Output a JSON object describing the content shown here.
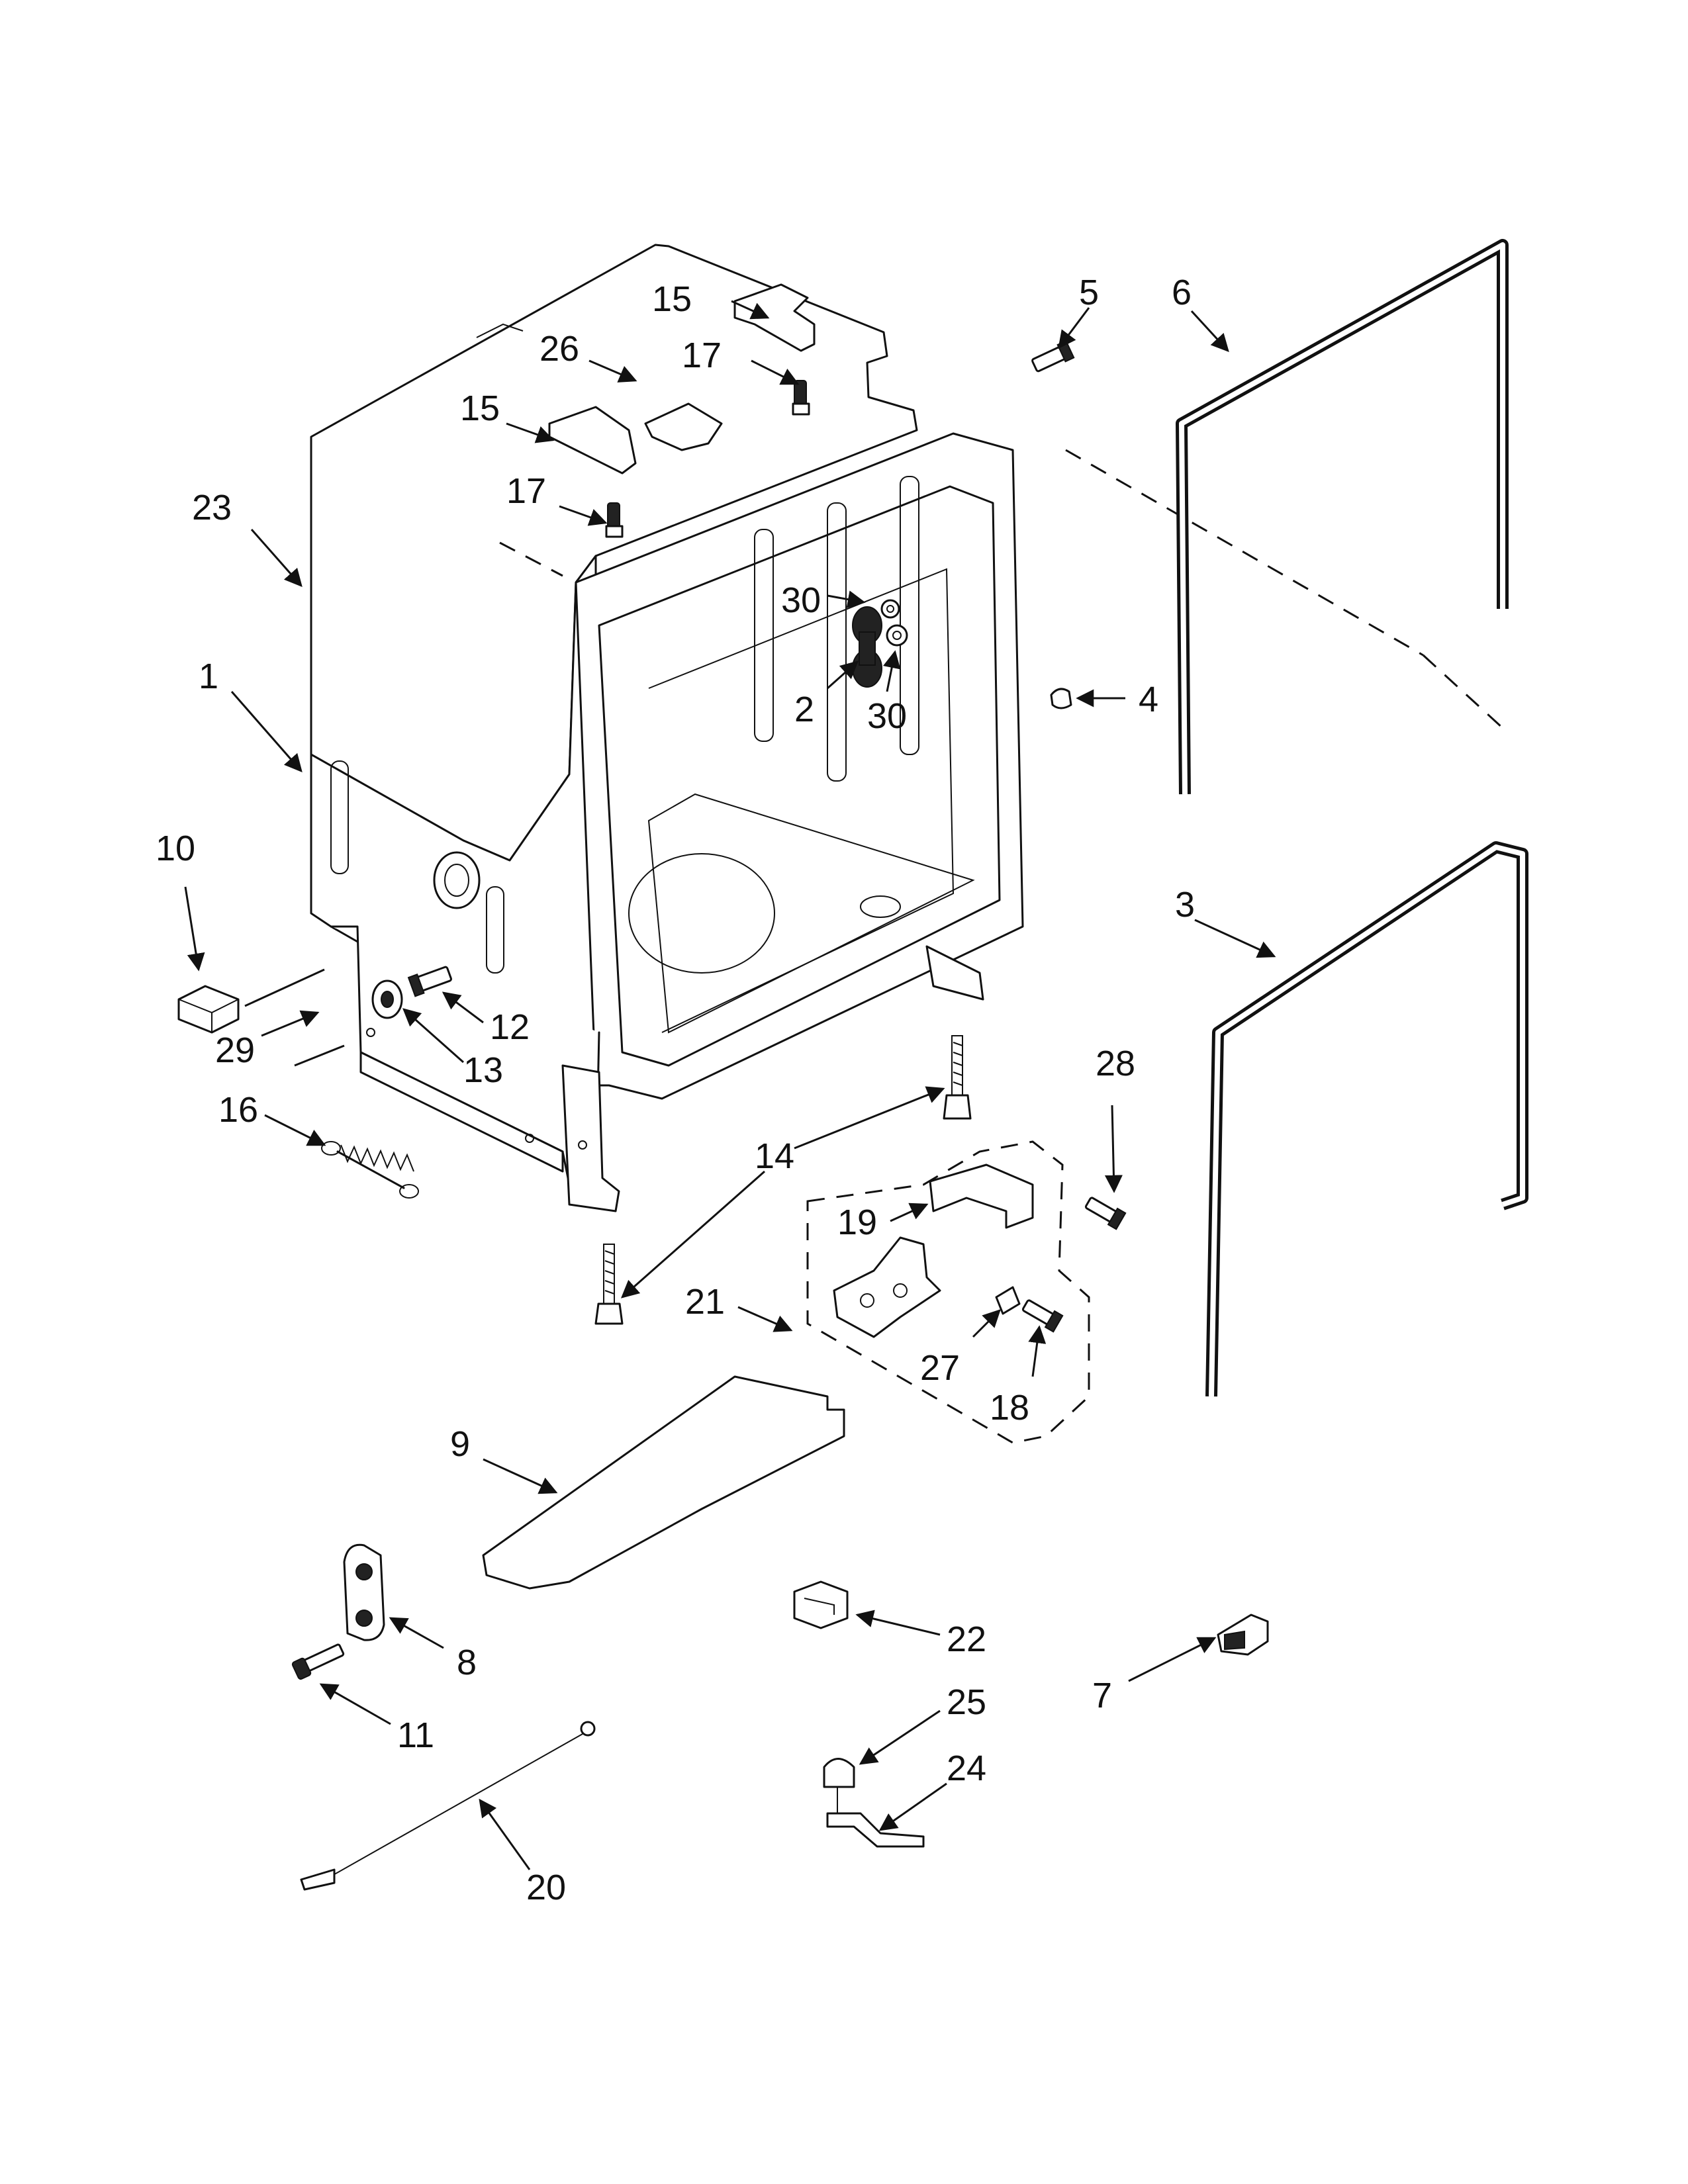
{
  "diagram": {
    "type": "exploded parts view",
    "callouts": [
      "1",
      "2",
      "3",
      "4",
      "5",
      "6",
      "7",
      "8",
      "9",
      "10",
      "11",
      "12",
      "13",
      "14",
      "15",
      "16",
      "17",
      "18",
      "19",
      "20",
      "21",
      "22",
      "23",
      "24",
      "25",
      "26",
      "27",
      "28",
      "29",
      "30"
    ]
  }
}
